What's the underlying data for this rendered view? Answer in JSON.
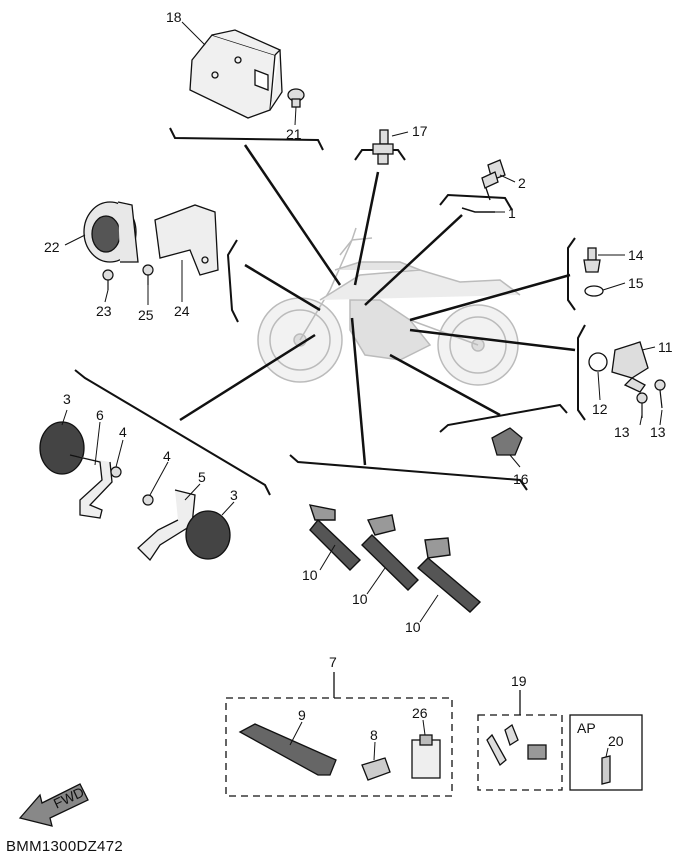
{
  "callouts": {
    "c1": "1",
    "c2": "2",
    "c3a": "3",
    "c3b": "3",
    "c4a": "4",
    "c4b": "4",
    "c5": "5",
    "c6": "6",
    "c7": "7",
    "c8": "8",
    "c9": "9",
    "c10a": "10",
    "c10b": "10",
    "c10c": "10",
    "c11": "11",
    "c12": "12",
    "c13a": "13",
    "c13b": "13",
    "c14": "14",
    "c15": "15",
    "c16": "16",
    "c17": "17",
    "c18": "18",
    "c19": "19",
    "c20": "20",
    "c21": "21",
    "c22": "22",
    "c23": "23",
    "c24": "24",
    "c25": "25",
    "c26": "26"
  },
  "ap_box_label": "AP",
  "fwd_label": "FWD",
  "diagram_code": "BMM1300DZ472"
}
